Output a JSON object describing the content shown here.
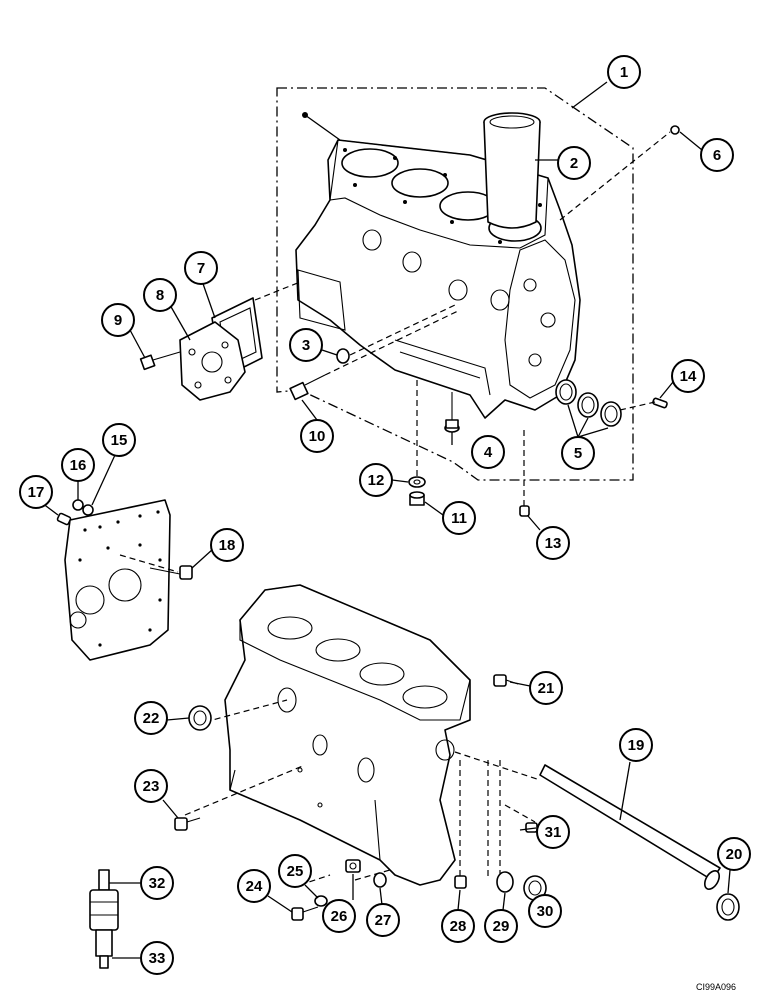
{
  "diagram": {
    "drawing_code": "CI99A096",
    "callouts": [
      {
        "id": "1",
        "label": "1"
      },
      {
        "id": "2",
        "label": "2"
      },
      {
        "id": "3",
        "label": "3"
      },
      {
        "id": "4",
        "label": "4"
      },
      {
        "id": "5",
        "label": "5"
      },
      {
        "id": "6",
        "label": "6"
      },
      {
        "id": "7",
        "label": "7"
      },
      {
        "id": "8",
        "label": "8"
      },
      {
        "id": "9",
        "label": "9"
      },
      {
        "id": "10",
        "label": "10"
      },
      {
        "id": "11",
        "label": "11"
      },
      {
        "id": "12",
        "label": "12"
      },
      {
        "id": "13",
        "label": "13"
      },
      {
        "id": "14",
        "label": "14"
      },
      {
        "id": "15",
        "label": "15"
      },
      {
        "id": "16",
        "label": "16"
      },
      {
        "id": "17",
        "label": "17"
      },
      {
        "id": "18",
        "label": "18"
      },
      {
        "id": "19",
        "label": "19"
      },
      {
        "id": "20",
        "label": "20"
      },
      {
        "id": "21",
        "label": "21"
      },
      {
        "id": "22",
        "label": "22"
      },
      {
        "id": "23",
        "label": "23"
      },
      {
        "id": "24",
        "label": "24"
      },
      {
        "id": "25",
        "label": "25"
      },
      {
        "id": "26",
        "label": "26"
      },
      {
        "id": "27",
        "label": "27"
      },
      {
        "id": "28",
        "label": "28"
      },
      {
        "id": "29",
        "label": "29"
      },
      {
        "id": "30",
        "label": "30"
      },
      {
        "id": "31",
        "label": "31"
      },
      {
        "id": "32",
        "label": "32"
      },
      {
        "id": "33",
        "label": "33"
      }
    ]
  }
}
